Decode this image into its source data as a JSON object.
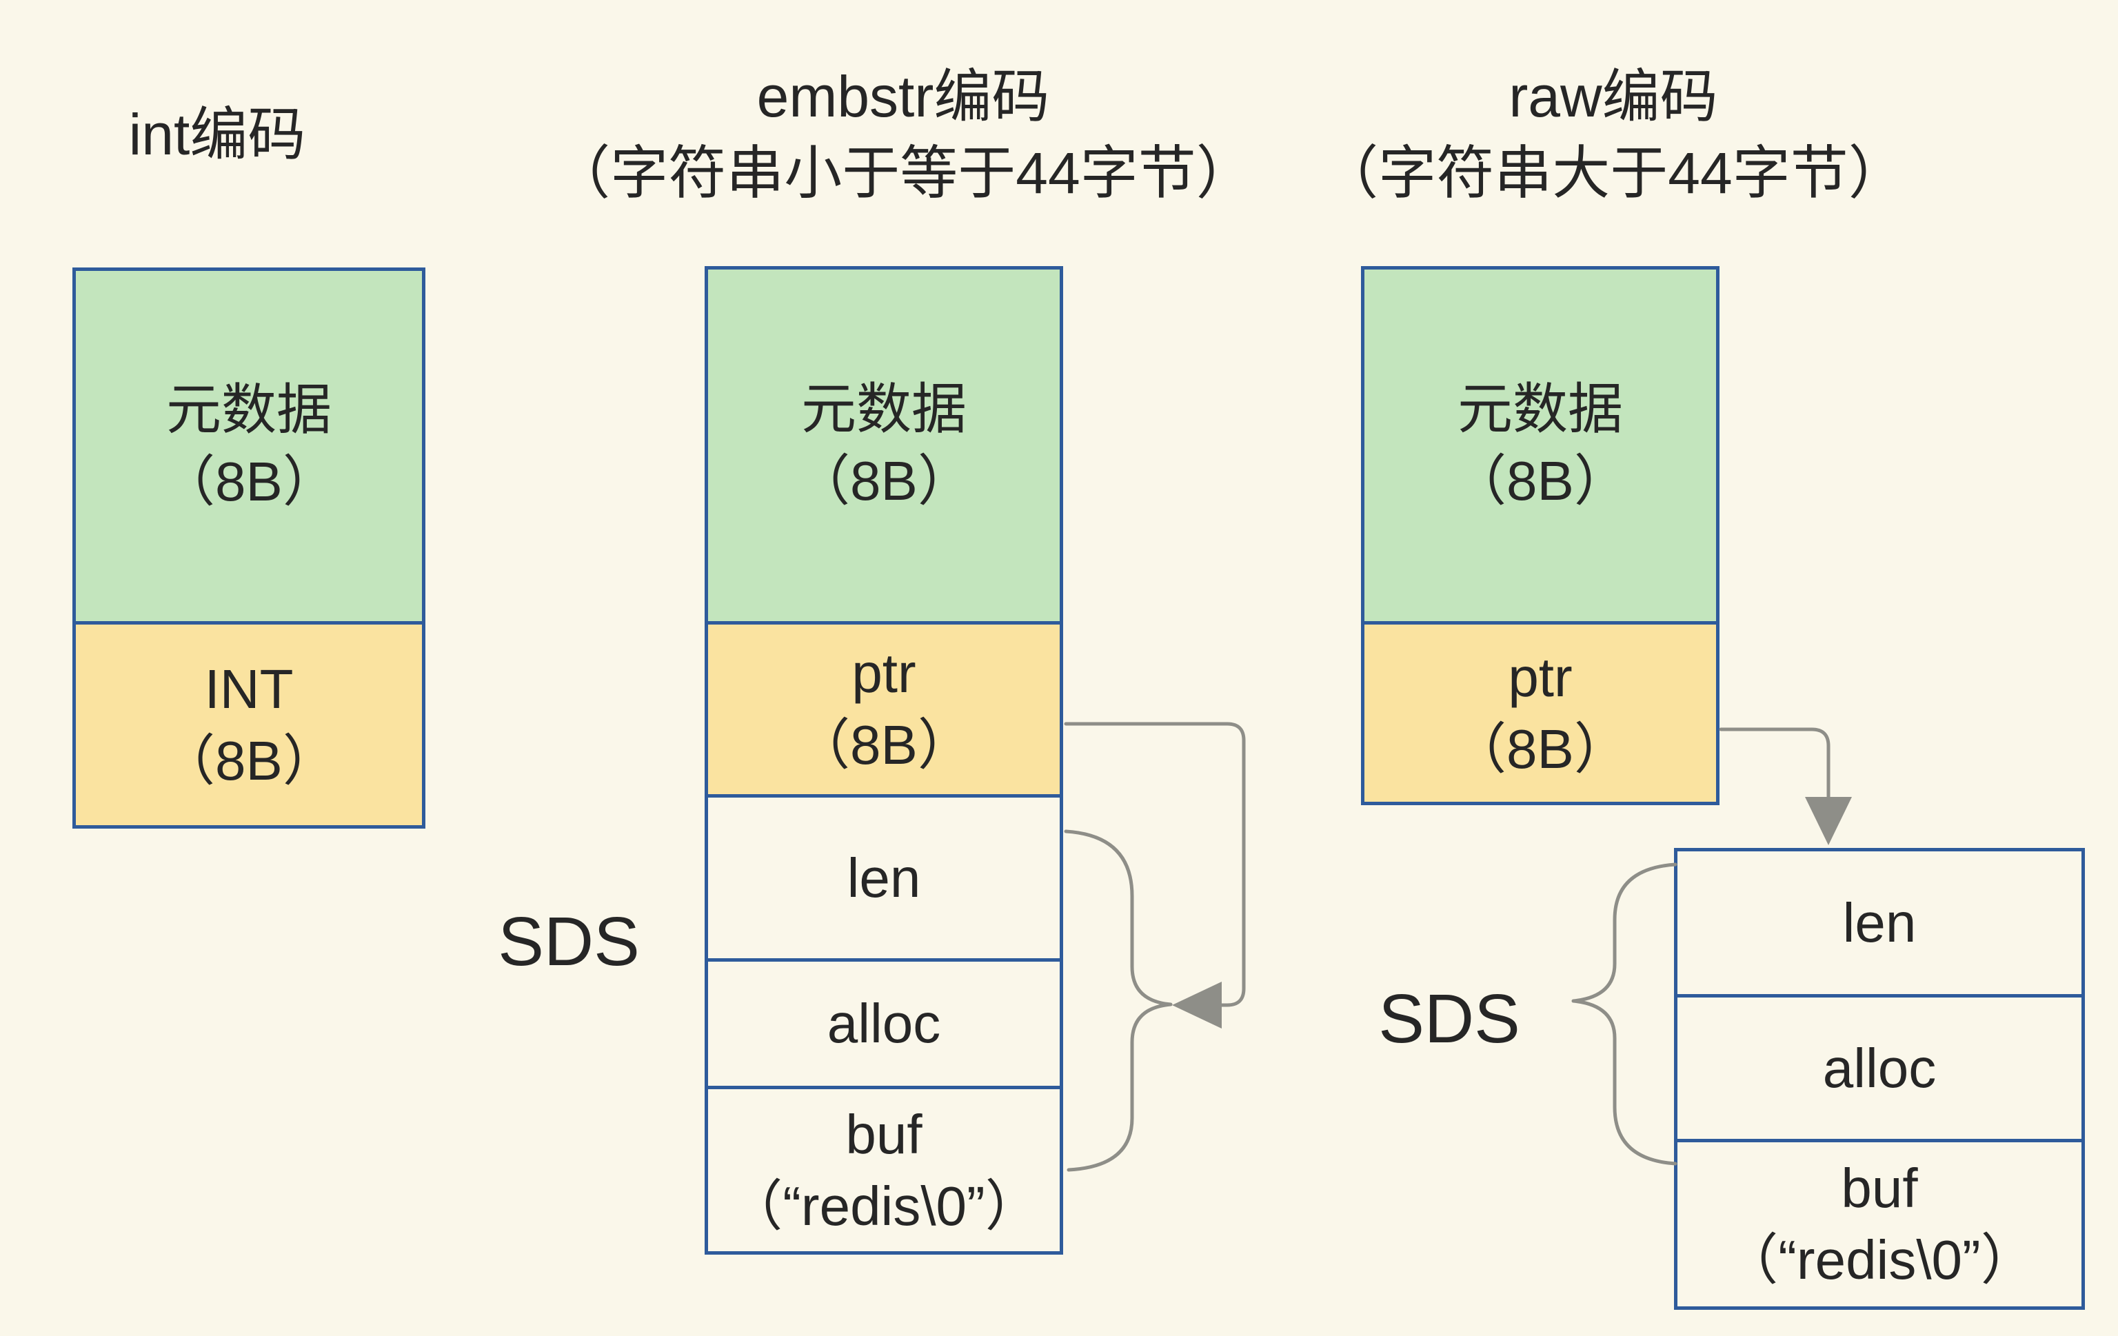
{
  "palette": {
    "background": "#faf7ea",
    "box_green": "#c3e5bd",
    "box_yellow": "#fae3a0",
    "box_plain": "#faf7ea",
    "border_blue": "#2e5b9b",
    "connector_gray": "#8e8e88",
    "text_dark": "#262626"
  },
  "titles": {
    "int_line1": "int编码",
    "embstr_line1": "embstr编码",
    "embstr_line2": "（字符串小于等于44字节）",
    "raw_line1": "raw编码",
    "raw_line2": "（字符串大于44字节）"
  },
  "cells": {
    "metadata_line1": "元数据",
    "metadata_line2": "（8B）",
    "int_line1": "INT",
    "int_line2": "（8B）",
    "ptr_line1": "ptr",
    "ptr_line2": "（8B）",
    "len": "len",
    "alloc": "alloc",
    "buf_line1": "buf",
    "buf_line2": "（“redis\\0”）"
  },
  "labels": {
    "sds": "SDS"
  }
}
